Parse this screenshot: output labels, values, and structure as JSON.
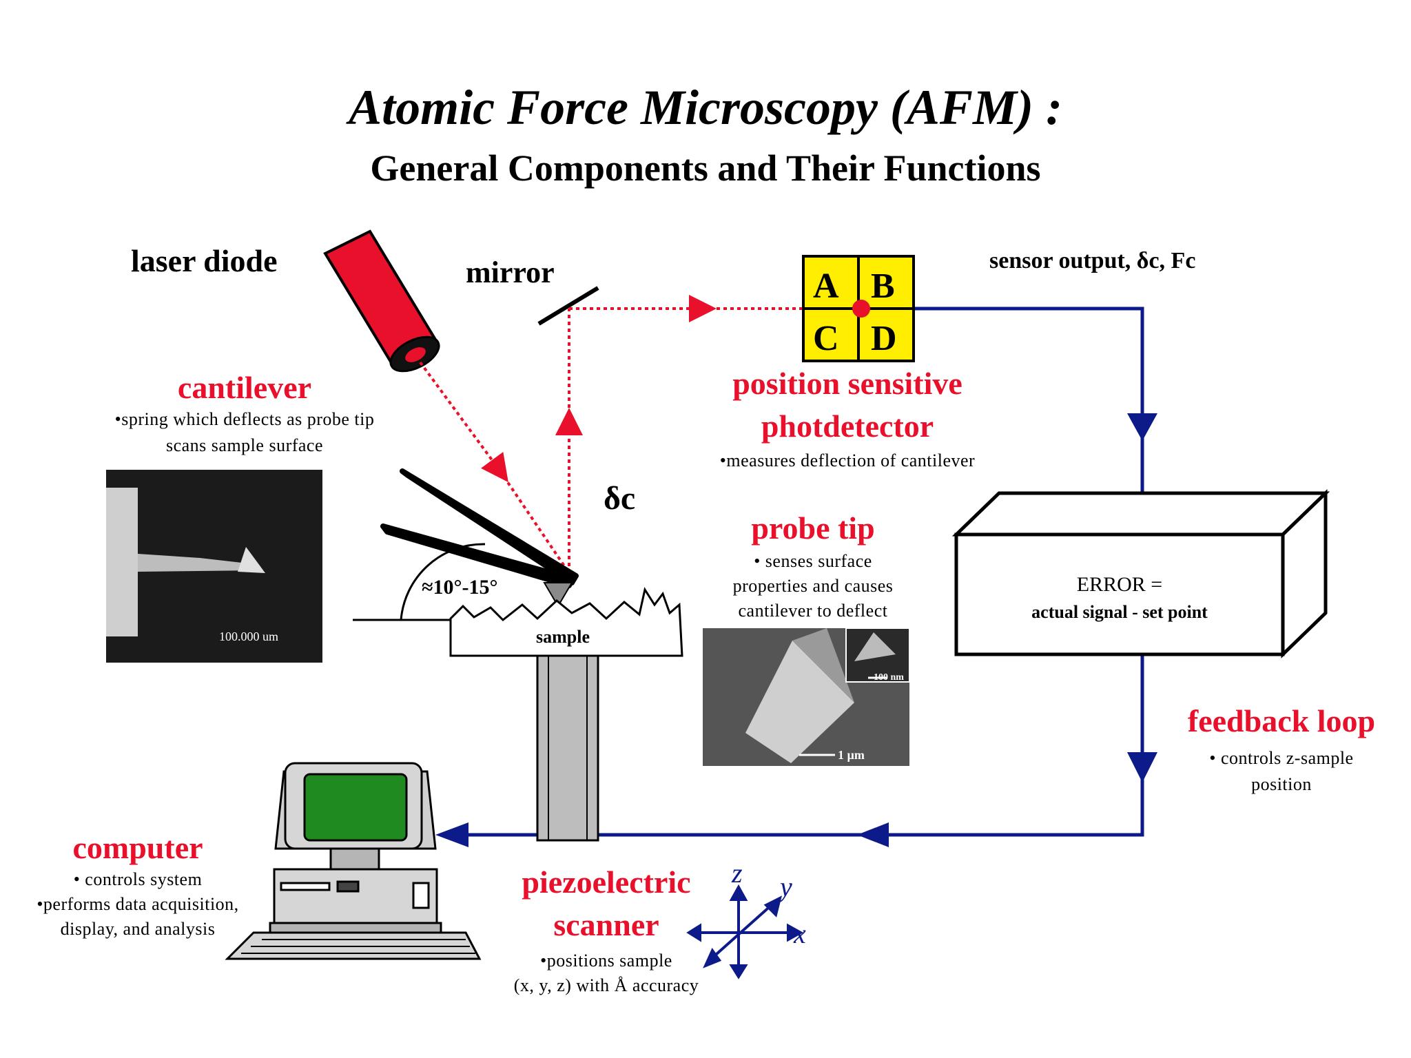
{
  "title": "Atomic Force Microscopy (AFM) :",
  "subtitle": "General Components and Their Functions",
  "labels": {
    "laser_diode": "laser diode",
    "mirror": "mirror",
    "sensor_output": "sensor output, δc, Fc",
    "delta_c": "δc",
    "angle": "≈10°-15°",
    "sample": "sample"
  },
  "photodetector": {
    "cells": [
      "A",
      "B",
      "C",
      "D"
    ],
    "title_line1": "position sensitive",
    "title_line2": "photdetector",
    "note": "•measures deflection of cantilever"
  },
  "cantilever": {
    "title": "cantilever",
    "note_line1": "•spring which deflects as probe tip",
    "note_line2": "scans sample surface",
    "micrograph_scale": "100.000 um"
  },
  "probe_tip": {
    "title": "probe tip",
    "note_line1": "• senses surface",
    "note_line2": "properties and causes",
    "note_line3": "cantilever to deflect",
    "micrograph_scale_small": "100 nm",
    "micrograph_scale_large": "1 µm"
  },
  "error_box": {
    "line1": "ERROR =",
    "line2": "actual signal - set point"
  },
  "feedback": {
    "title": "feedback loop",
    "note_line1": "• controls z-sample",
    "note_line2": "position"
  },
  "computer": {
    "title": "computer",
    "note_line1": "• controls system",
    "note_line2": "•performs data acquisition,",
    "note_line3": "display, and analysis"
  },
  "scanner": {
    "title_line1": "piezoelectric",
    "title_line2": "scanner",
    "note_line1": "•positions sample",
    "note_line2": "(x, y, z) with Å accuracy"
  },
  "axes": {
    "x": "x",
    "y": "y",
    "z": "z"
  },
  "colors": {
    "red_label": "#e8102a",
    "laser_beam": "#e8102a",
    "signal_line": "#0c1a8a",
    "detector_fill": "#ffee00",
    "screen_green": "#1f8a1f"
  }
}
